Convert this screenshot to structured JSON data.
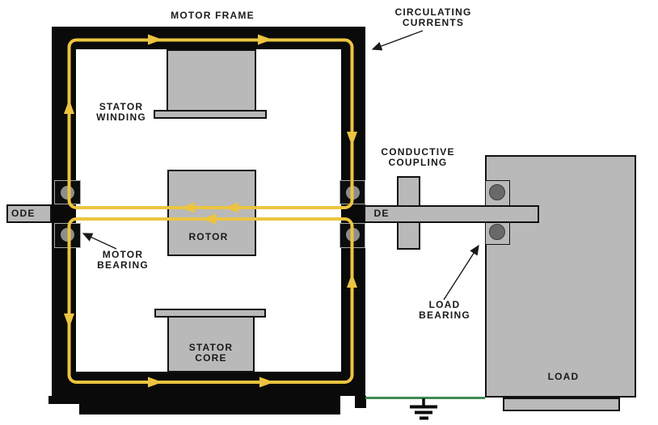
{
  "labels": {
    "motor_frame": "MOTOR FRAME",
    "circulating_currents": [
      "CIRCULATING",
      "CURRENTS"
    ],
    "stator_winding": [
      "STATOR",
      "WINDING"
    ],
    "rotor": "ROTOR",
    "stator_core": [
      "STATOR",
      "CORE"
    ],
    "motor_bearing": [
      "MOTOR",
      "BEARING"
    ],
    "conductive_coupling": [
      "CONDUCTIVE",
      "COUPLING"
    ],
    "load_bearing": [
      "LOAD",
      "BEARING"
    ],
    "load": "LOAD",
    "ode": "ODE",
    "de": "DE"
  },
  "colors": {
    "frame_black": "#0a0a0a",
    "metal_gray": "#b9b9b9",
    "current_yellow": "#ecc440",
    "ground_green": "#3e8b51",
    "motor_bearing_roller_gray": "#8e8e8e",
    "load_bearing_roller_gray": "#696969",
    "background": "#ffffff",
    "text": "#1a1a1a"
  }
}
